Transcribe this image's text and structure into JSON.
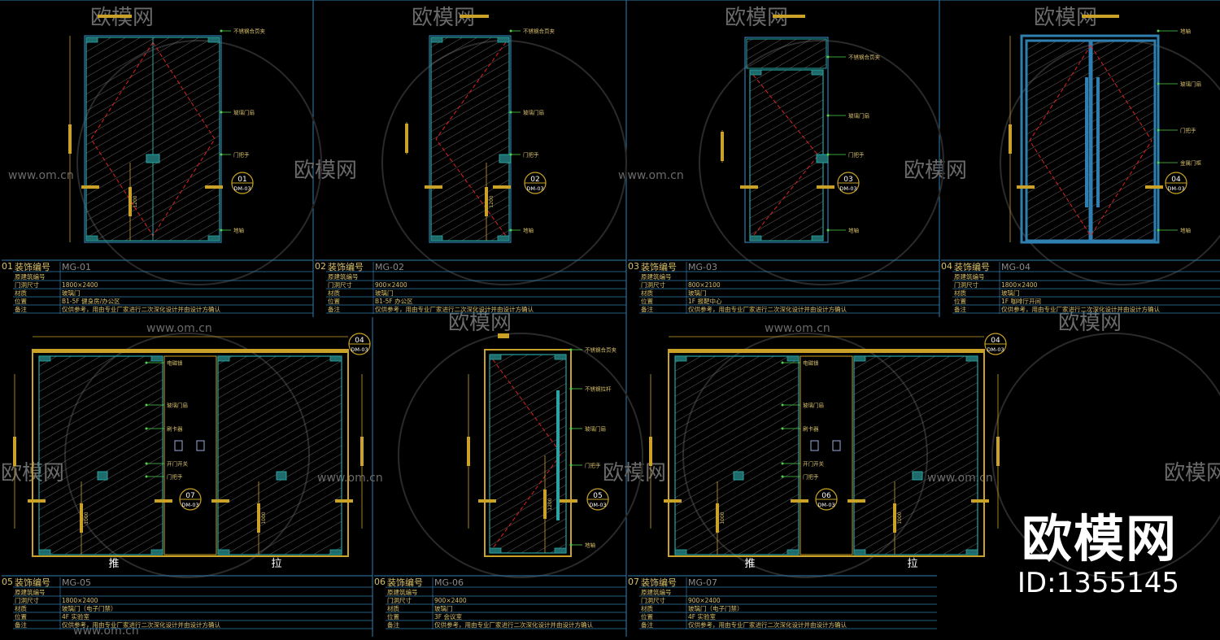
{
  "colors": {
    "background": "#000000",
    "frame": "#2f7fb0",
    "door_frame": "#c9a227",
    "glass_frame": "#2aa4a4",
    "opening_mark": "#e02020",
    "hatch": "#8a8a8a",
    "text": "#d8c06a",
    "leader": "#4fd04f",
    "watermark": "#6a6a6a"
  },
  "watermark": {
    "brand_text": "欧模网",
    "url": "www.om.cn"
  },
  "branding": {
    "title": "欧模网",
    "id": "ID:1355145"
  },
  "schedule_labels": {
    "code": "装饰编号",
    "orig_code": "原建筑编号",
    "size": "门洞尺寸",
    "material": "材质",
    "location": "位置",
    "remark": "备注"
  },
  "remark_text": "仅供参考，用由专业厂家进行二次深化设计并由设计方确认",
  "doors": [
    {
      "index": "01",
      "code": "MG-01",
      "size": "1800×2400",
      "material": "玻璃门",
      "location": "B1-5F  健身房/办公区",
      "marker": "01",
      "sheet": "DM-03",
      "callouts": [
        "不锈钢合页夹",
        "玻璃门扇",
        "门把手",
        "地轴"
      ],
      "dim": "1200"
    },
    {
      "index": "02",
      "code": "MG-02",
      "size": "900×2400",
      "material": "玻璃门",
      "location": "B1-5F  办公区",
      "marker": "02",
      "sheet": "DM-03",
      "callouts": [
        "不锈钢合页夹",
        "玻璃门扇",
        "门把手",
        "地轴"
      ],
      "dim": "1200"
    },
    {
      "index": "03",
      "code": "MG-03",
      "size": "800×2100",
      "material": "玻璃门",
      "location": "1F  报靶中心",
      "marker": "03",
      "sheet": "DM-03",
      "callouts": [
        "不锈钢合页夹",
        "玻璃门扇",
        "门把手",
        "地轴"
      ],
      "dim": ""
    },
    {
      "index": "04",
      "code": "MG-04",
      "size": "1800×2400",
      "material": "玻璃门",
      "location": "1F  咖啡厅开间",
      "marker": "04",
      "sheet": "DM-03",
      "callouts": [
        "地轴",
        "玻璃门扇",
        "门把手",
        "金属门框",
        "地轴"
      ],
      "dim": ""
    },
    {
      "index": "05",
      "code": "MG-05",
      "size": "1800×2400",
      "material": "玻璃门（电子门禁）",
      "location": "4F  实验室",
      "marker": "07",
      "sheet": "DM-03",
      "callouts": [
        "电磁锁",
        "玻璃门扇",
        "刷卡器",
        "开门开关",
        "门把手"
      ],
      "dim": "1000",
      "push": "推",
      "pull": "拉",
      "top_marker": "04"
    },
    {
      "index": "06",
      "code": "MG-06",
      "size": "900×2400",
      "material": "玻璃门",
      "location": "3F  会议室",
      "marker": "05",
      "sheet": "DM-03",
      "callouts": [
        "不锈钢合页夹",
        "不锈钢拉杆",
        "玻璃门扇",
        "门把手",
        "地轴"
      ],
      "dim": "1200"
    },
    {
      "index": "07",
      "code": "MG-07",
      "size": "900×2400",
      "material": "玻璃门（电子门禁）",
      "location": "4F  实验室",
      "marker": "06",
      "sheet": "DM-03",
      "callouts": [
        "电磁锁",
        "玻璃门扇",
        "刷卡器",
        "开门开关",
        "门把手"
      ],
      "dim": "1000",
      "push": "推",
      "pull": "拉",
      "top_marker": "04"
    }
  ]
}
